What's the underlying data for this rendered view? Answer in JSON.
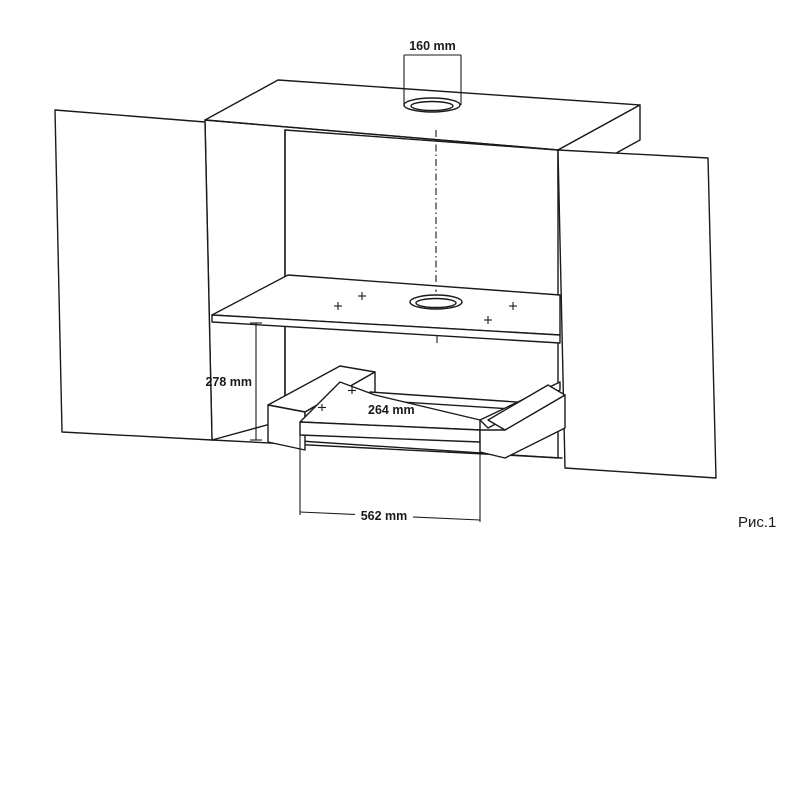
{
  "dimensions": {
    "duct_diameter": "160 mm",
    "height": "278 mm",
    "depth": "264 mm",
    "width": "562 mm"
  },
  "figure_caption": "Рис.1"
}
